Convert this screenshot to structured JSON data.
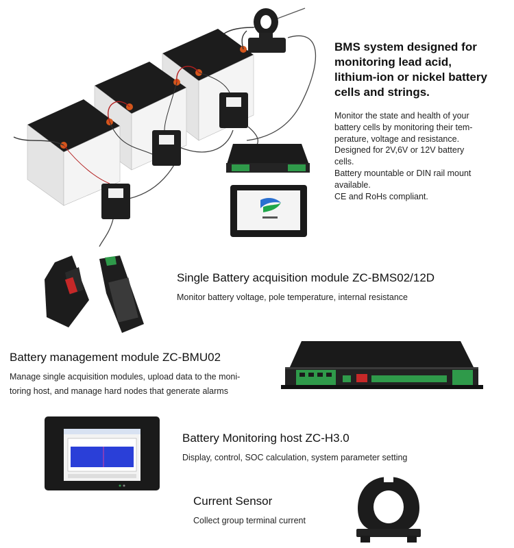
{
  "intro": {
    "headline_lines": [
      "BMS system designed for",
      "monitoring lead acid,",
      "lithium-ion or nickel battery",
      "cells and strings."
    ],
    "description_lines": [
      "Monitor the state and health of your",
      "battery cells by monitoring their tem-",
      "perature, voltage and resistance.",
      "Designed for 2V,6V or 12V battery",
      "cells.",
      "Battery mountable or DIN rail mount",
      "available.",
      "CE and RoHs compliant."
    ]
  },
  "products": [
    {
      "title": "Single Battery acquisition module  ZC-BMS02/12D",
      "description_lines": [
        "Monitor battery voltage, pole temperature, internal resistance"
      ]
    },
    {
      "title": "Battery management module ZC-BMU02",
      "description_lines": [
        "Manage single acquisition modules, upload data to the moni-",
        "toring host, and manage hard nodes that generate alarms"
      ]
    },
    {
      "title": "Battery Monitoring host  ZC-H3.0",
      "description_lines": [
        "Display, control, SOC calculation, system parameter setting"
      ]
    },
    {
      "title": "Current Sensor",
      "description_lines": [
        "Collect group terminal current"
      ]
    }
  ],
  "colors": {
    "battery_top": "#1c1c1c",
    "battery_body": "#f2f2f2",
    "terminal": "#d4561c",
    "module": "#1e1e1e",
    "connector_green": "#2f9a4a",
    "screen_blue": "#2a3fd8"
  }
}
